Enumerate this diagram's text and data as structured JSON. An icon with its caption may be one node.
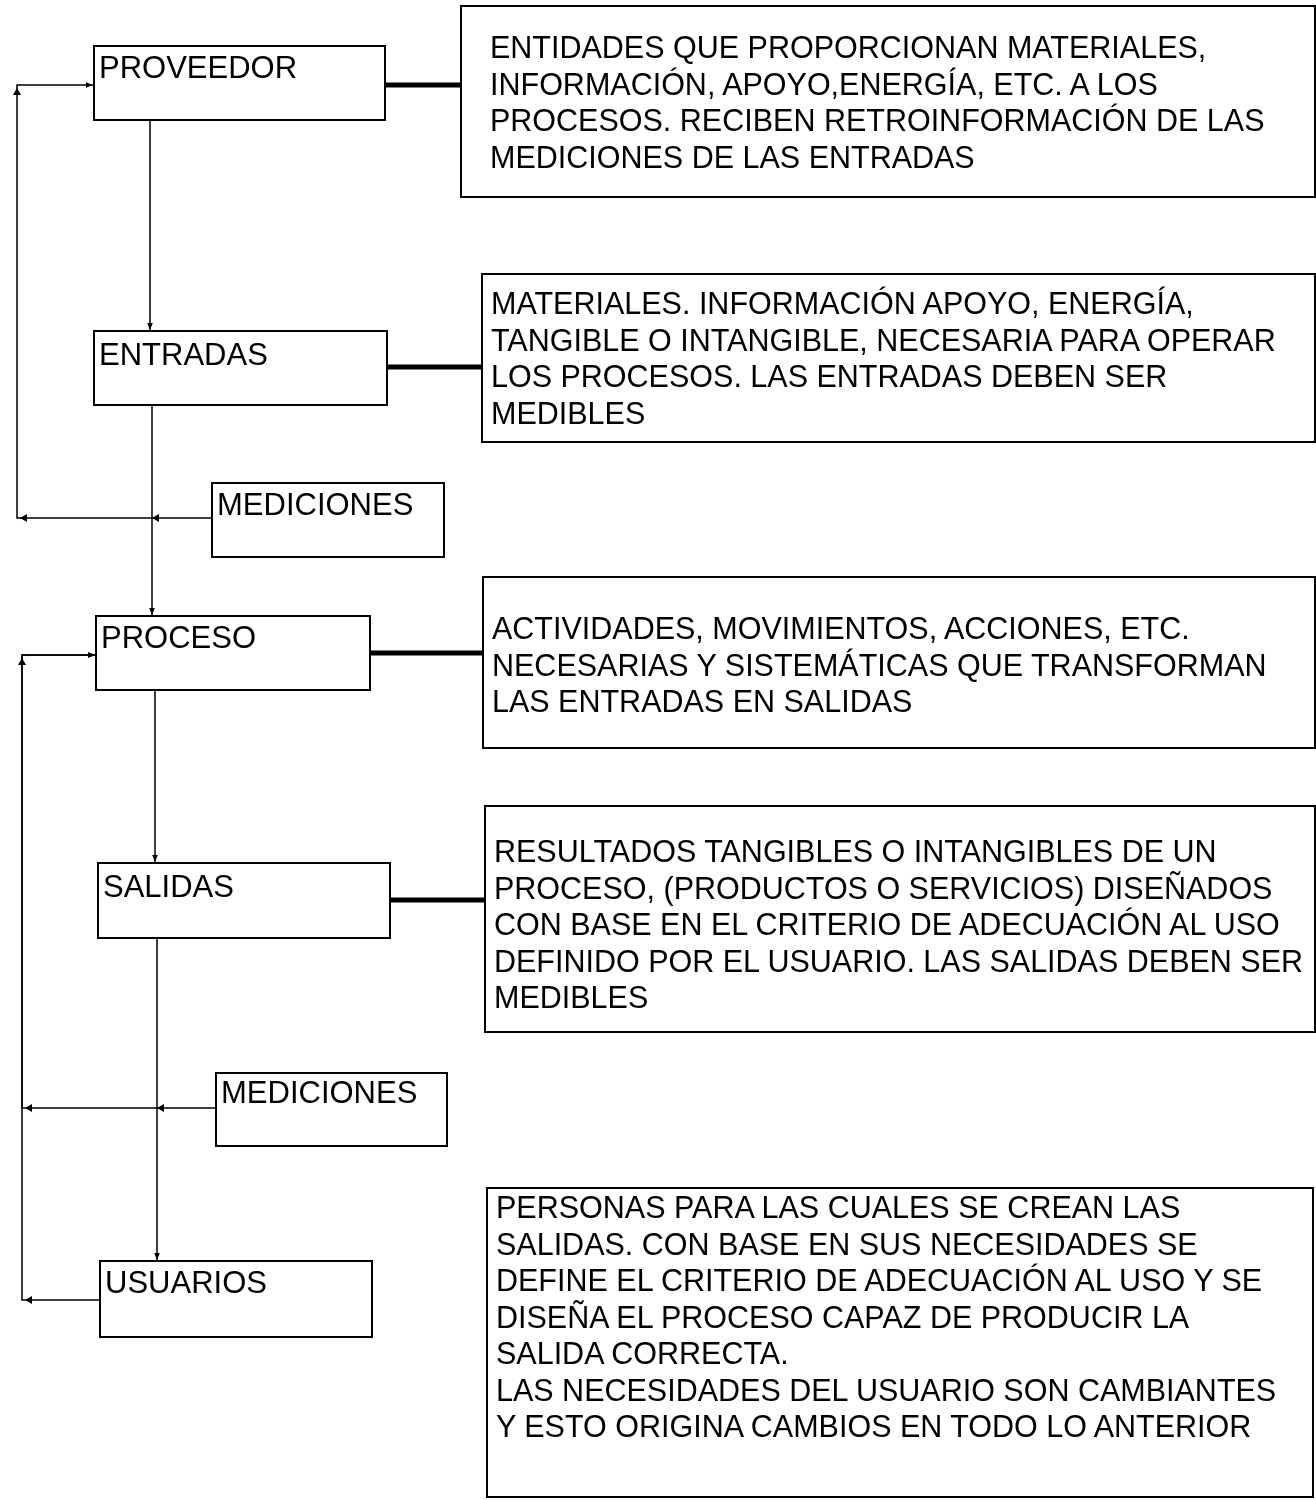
{
  "diagram": {
    "nodes": [
      {
        "text": [
          "PROVEEDOR"
        ]
      },
      {
        "text": [
          "ENTIDADES QUE PROPORCIONAN MATERIALES, INFORMACIÓN, APOYO,ENERGÍA, ETC. A LOS PROCESOS.  RECIBEN RETROINFORMACIÓN DE LAS MEDICIONES DE LAS ENTRADAS"
        ]
      },
      {
        "text": [
          "ENTRADAS"
        ]
      },
      {
        "text": [
          "MATERIALES. INFORMACIÓN APOYO, ENERGÍA, TANGIBLE O INTANGIBLE, NECESARIA PARA OPERAR LOS PROCESOS.  LAS ENTRADAS DEBEN SER MEDIBLES"
        ]
      },
      {
        "text": [
          "MEDICIONES"
        ]
      },
      {
        "text": [
          "PROCESO"
        ]
      },
      {
        "text": [
          "ACTIVIDADES, MOVIMIENTOS, ACCIONES, ETC. NECESARIAS Y SISTEMÁTICAS QUE TRANSFORMAN LAS ENTRADAS EN SALIDAS"
        ]
      },
      {
        "text": [
          "SALIDAS"
        ]
      },
      {
        "text": [
          "RESULTADOS TANGIBLES O INTANGIBLES DE UN PROCESO, (PRODUCTOS O SERVICIOS) DISEÑADOS CON BASE EN EL CRITERIO DE ADECUACIÓN AL USO DEFINIDO POR EL USUARIO. LAS SALIDAS DEBEN SER MEDIBLES"
        ]
      },
      {
        "text": [
          "MEDICIONES"
        ]
      },
      {
        "text": [
          "USUARIOS"
        ]
      },
      {
        "text": [
          "PERSONAS PARA LAS CUALES SE CREAN LAS SALIDAS.  CON BASE EN SUS NECESIDADES SE DEFINE EL CRITERIO DE ADECUACIÓN AL USO Y SE DISEÑA EL PROCESO CAPAZ DE PRODUCIR LA SALIDA CORRECTA.",
          "LAS NECESIDADES DEL USUARIO SON CAMBIANTES Y ESTO ORIGINA CAMBIOS EN TODO LO ANTERIOR"
        ]
      }
    ],
    "edges": [
      {
        "from": 0,
        "to": 1,
        "arrow": "none",
        "style": "thick"
      },
      {
        "from": 0,
        "to": 2,
        "arrow": "to"
      },
      {
        "from": 2,
        "to": 3,
        "arrow": "none",
        "style": "thick"
      },
      {
        "from": 2,
        "to": 5,
        "arrow": "to"
      },
      {
        "from": 4,
        "to": 0,
        "arrow": "to"
      },
      {
        "from": 5,
        "to": 6,
        "arrow": "none",
        "style": "thick"
      },
      {
        "from": 5,
        "to": 7,
        "arrow": "to"
      },
      {
        "from": 7,
        "to": 8,
        "arrow": "none",
        "style": "thick"
      },
      {
        "from": 7,
        "to": 10,
        "arrow": "to"
      },
      {
        "from": 9,
        "to": 5,
        "arrow": "to"
      },
      {
        "from": 10,
        "to": 5,
        "arrow": "to"
      }
    ]
  }
}
